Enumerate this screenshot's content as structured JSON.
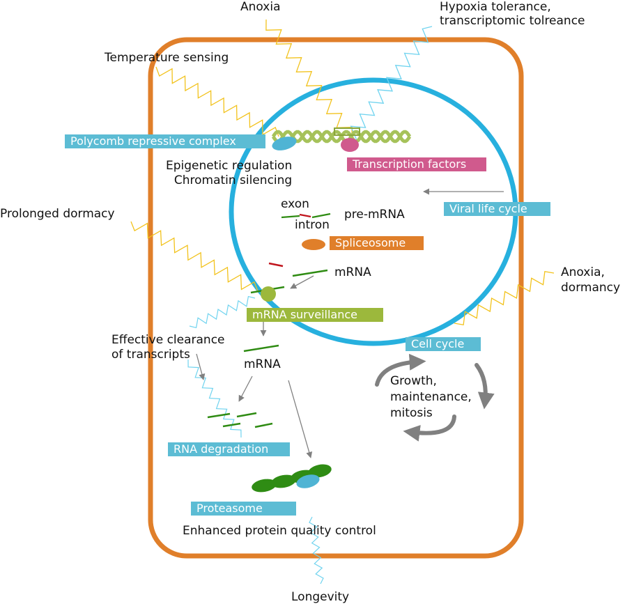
{
  "colors": {
    "cell_border": "#e07f2a",
    "nucleus_border": "#27b0de",
    "yellow_signal": "#f2c21b",
    "blue_signal": "#6fd3ef",
    "arrow": "#808080",
    "box_blue": "#5cbcd4",
    "box_pink": "#d05a8d",
    "box_orange": "#e07f2a",
    "box_green": "#9cb83c",
    "dna_green": "#a6c25a",
    "strand_green": "#2e8b12",
    "strand_red": "#c0141c",
    "proteasome_green": "#2f8c14"
  },
  "external_labels": {
    "anoxia": "Anoxia",
    "hypoxia": "Hypoxia tolerance,\ntranscriptomic tolreance",
    "temperature": "Temperature sensing",
    "dormancy": "Prolonged dormacy",
    "anoxia_dormancy": "Anoxia,\ndormancy",
    "longevity": "Longevity"
  },
  "labels": {
    "epigenetic": "Epigenetic regulation\nChromatin silencing",
    "exon": "exon",
    "intron": "intron",
    "pre_mrna": "pre-mRNA",
    "mrna_nucleus": "mRNA",
    "mrna_cytoplasm": "mRNA",
    "clearance": "Effective clearance\nof transcripts",
    "growth": "Growth,\nmaintenance,\nmitosis",
    "protein_qc": "Enhanced protein quality control"
  },
  "boxes": {
    "polycomb": "Polycomb repressive complex",
    "transcription_factors": "Transcription factors",
    "viral": "Viral life cycle",
    "spliceosome": "Spliceosome",
    "surveillance": "mRNA surveillance",
    "cell_cycle": "Cell cycle",
    "rna_degradation": "RNA degradation",
    "proteasome": "Proteasome"
  },
  "icons": [
    "dna-helix-icon",
    "polycomb-protein-icon",
    "transcription-factor-icon",
    "spliceosome-icon",
    "surveillance-protein-icon",
    "proteasome-icon",
    "cell-cycle-arrows-icon"
  ]
}
